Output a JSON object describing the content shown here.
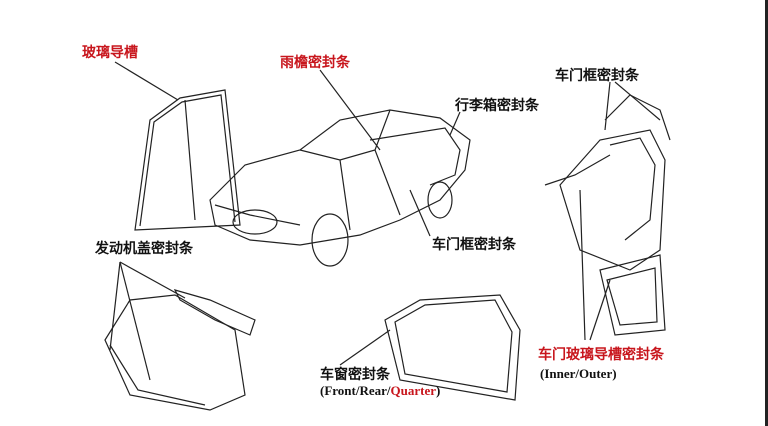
{
  "labels": {
    "glass_run": "玻璃导槽",
    "drip_seal": "雨檐密封条",
    "door_frame_seal_top": "车门框密封条",
    "trunk_seal": "行李箱密封条",
    "door_frame_seal_mid": "车门框密封条",
    "hood_seal": "发动机盖密封条",
    "window_seal": "车窗密封条",
    "window_seal_en_prefix": "(Front/Rear/",
    "window_seal_en_quarter": "Quarter",
    "window_seal_en_suffix": ")",
    "door_glass_run": "车门玻璃导槽密封条",
    "door_glass_run_en": "(Inner/Outer)"
  },
  "colors": {
    "accent_red": "#c8161d",
    "text": "#111111"
  }
}
